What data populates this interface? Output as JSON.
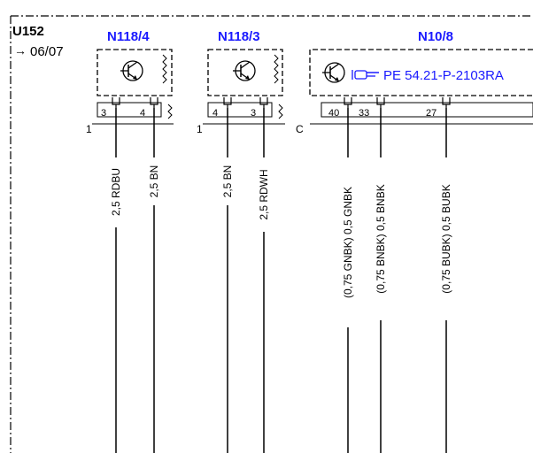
{
  "header": {
    "code": "U152",
    "date_arrow": "→",
    "date": "06/07"
  },
  "components": [
    {
      "id": "N118/4",
      "pins": [
        "3",
        "4"
      ],
      "connector": "1"
    },
    {
      "id": "N118/3",
      "pins": [
        "4",
        "3"
      ],
      "connector": "1"
    },
    {
      "id": "N10/8",
      "pins": [
        "40",
        "33",
        "27"
      ],
      "connector": "C",
      "reference_icon": "pointing-hand-icon",
      "reference": "PE 54.21-P-2103RA"
    }
  ],
  "wires": [
    {
      "label": "2,5 RDBU"
    },
    {
      "label": "2,5 BN"
    },
    {
      "label": "2,5 BN"
    },
    {
      "label": "2,5 RDWH"
    },
    {
      "label": "(0,75 GNBK) 0,5 GNBK"
    },
    {
      "label": "(0,75 BNBK) 0,5 BNBK"
    },
    {
      "label": "(0,75 BUBK) 0,5 BUBK"
    }
  ],
  "colors": {
    "component_label": "#1a1aff",
    "lines": "#000000"
  }
}
